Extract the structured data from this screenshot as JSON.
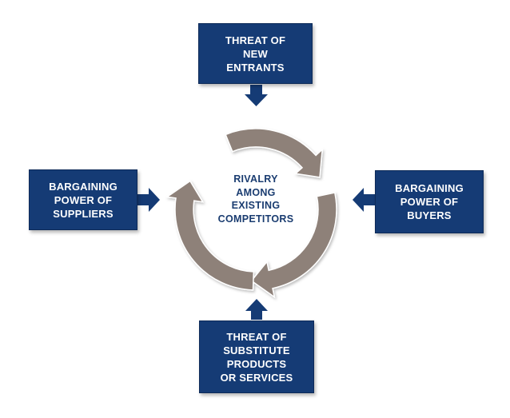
{
  "colors": {
    "box_fill": "#153b75",
    "arrow_fill": "#153b75",
    "ring_fill": "#8e8179",
    "ring_edge": "#ffffff",
    "center_text": "#1a3c70"
  },
  "forces": {
    "top": {
      "lines": [
        "THREAT OF",
        "NEW",
        "ENTRANTS"
      ]
    },
    "left": {
      "lines": [
        "BARGAINING",
        "POWER OF",
        "SUPPLIERS"
      ]
    },
    "right": {
      "lines": [
        "BARGAINING",
        "POWER OF",
        "BUYERS"
      ]
    },
    "bottom": {
      "lines": [
        "THREAT OF",
        "SUBSTITUTE",
        "PRODUCTS",
        "OR SERVICES"
      ]
    }
  },
  "center": {
    "lines": [
      "RIVALRY",
      "AMONG",
      "EXISTING",
      "COMPETITORS"
    ]
  },
  "icons": {
    "pointer_arrow": "arrow-icon",
    "cycle": "cycle-arrows-icon"
  }
}
